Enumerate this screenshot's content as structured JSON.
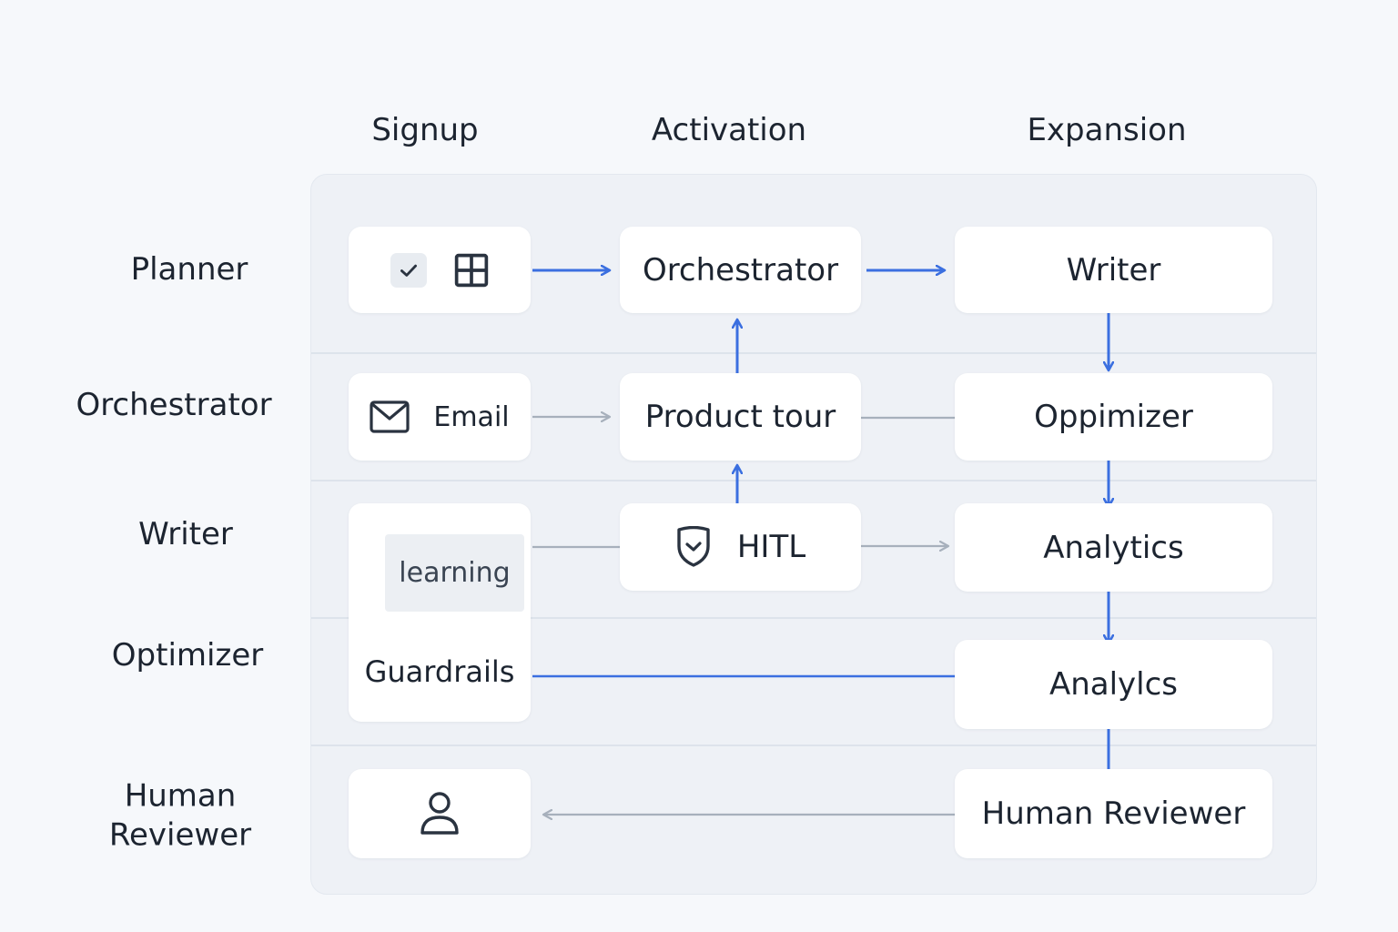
{
  "columns": [
    "Signup",
    "Activation",
    "Expansion"
  ],
  "rows": [
    "Planner",
    "Orchestrator",
    "Writer",
    "Optimizer",
    "Human Reviewer"
  ],
  "nodes": {
    "orchestrator": "Orchestrator",
    "writer": "Writer",
    "email": "Email",
    "product_tour": "Product tour",
    "oppimizer": "Oppimizer",
    "hitl": "HITL",
    "analytics": "Analytics",
    "learning": "learning",
    "guardrails": "Guardrails",
    "analylcs": "Analylcs",
    "human_reviewer": "Human Reviewer"
  },
  "icons": {
    "planner_node": [
      "checkbox-icon",
      "grid-icon"
    ],
    "email_node": "envelope-icon",
    "hitl_node": "shield-check-icon",
    "reviewer_node": "user-icon"
  },
  "colors": {
    "accent_blue": "#3b6fe0",
    "connector_gray": "#a7b0bc",
    "panel": "#eef1f6",
    "node": "#ffffff",
    "text": "#1c2430"
  }
}
